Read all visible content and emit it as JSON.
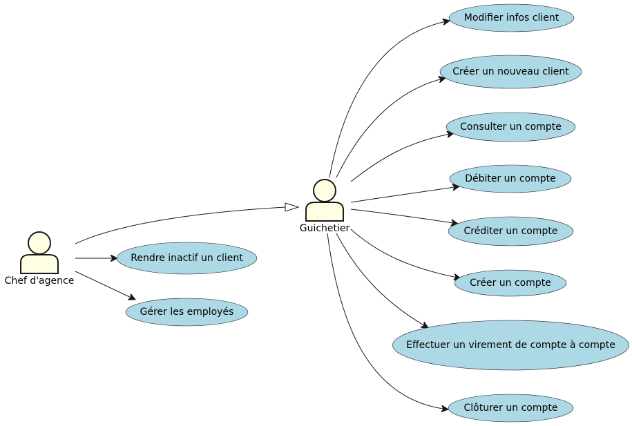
{
  "colors": {
    "usecase_fill": "#add8e6",
    "actor_fill": "#fefee2",
    "stroke": "#181818",
    "background": "#ffffff"
  },
  "actors": {
    "chef": {
      "label": "Chef d'agence"
    },
    "guichetier": {
      "label": "Guichetier"
    }
  },
  "use_cases": {
    "modifier_infos_client": "Modifier infos client",
    "creer_nouveau_client": "Créer un nouveau client",
    "consulter_compte": "Consulter un compte",
    "debiter_compte": "Débiter un compte",
    "crediter_compte": "Créditer un compte",
    "creer_compte": "Créer un compte",
    "effectuer_virement": "Effectuer un virement de compte à compte",
    "cloturer_compte": "Clôturer un compte",
    "rendre_inactif_client": "Rendre inactif un client",
    "gerer_employes": "Gérer les employés"
  },
  "relations": {
    "generalization": {
      "from": "chef",
      "to": "guichetier"
    },
    "associations": [
      {
        "from": "guichetier",
        "to": "modifier_infos_client"
      },
      {
        "from": "guichetier",
        "to": "creer_nouveau_client"
      },
      {
        "from": "guichetier",
        "to": "consulter_compte"
      },
      {
        "from": "guichetier",
        "to": "debiter_compte"
      },
      {
        "from": "guichetier",
        "to": "crediter_compte"
      },
      {
        "from": "guichetier",
        "to": "creer_compte"
      },
      {
        "from": "guichetier",
        "to": "effectuer_virement"
      },
      {
        "from": "guichetier",
        "to": "cloturer_compte"
      },
      {
        "from": "chef",
        "to": "rendre_inactif_client"
      },
      {
        "from": "chef",
        "to": "gerer_employes"
      }
    ]
  }
}
